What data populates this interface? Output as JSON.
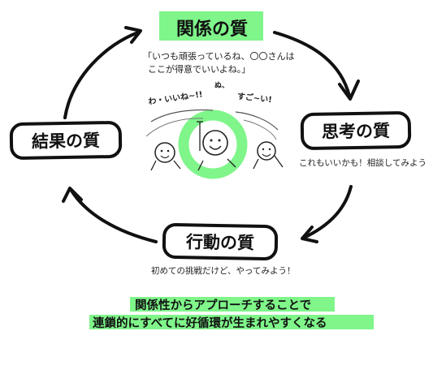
{
  "nodes": {
    "relationship": "関係の質",
    "thinking": "思考の質",
    "action": "行動の質",
    "result": "結果の質"
  },
  "notes": {
    "relationship_line1": "「いつも頑張っているね、〇〇さんは",
    "relationship_line2": "ここが得意でいいよね。」",
    "thinking": "これもいいかも！相談してみよう",
    "action": "初めての挑戦だけど、やってみよう！"
  },
  "illustration": {
    "shout_left": "わ・いいね~!!",
    "shout_right": "すご~い!",
    "shout_top": "ぬ、"
  },
  "summary": {
    "line1": "関係性からアプローチすることで",
    "line2": "連鎖的にすべてに好循環が生まれやすくなる"
  },
  "colors": {
    "highlight": "#7ff58a",
    "ink": "#111111"
  }
}
